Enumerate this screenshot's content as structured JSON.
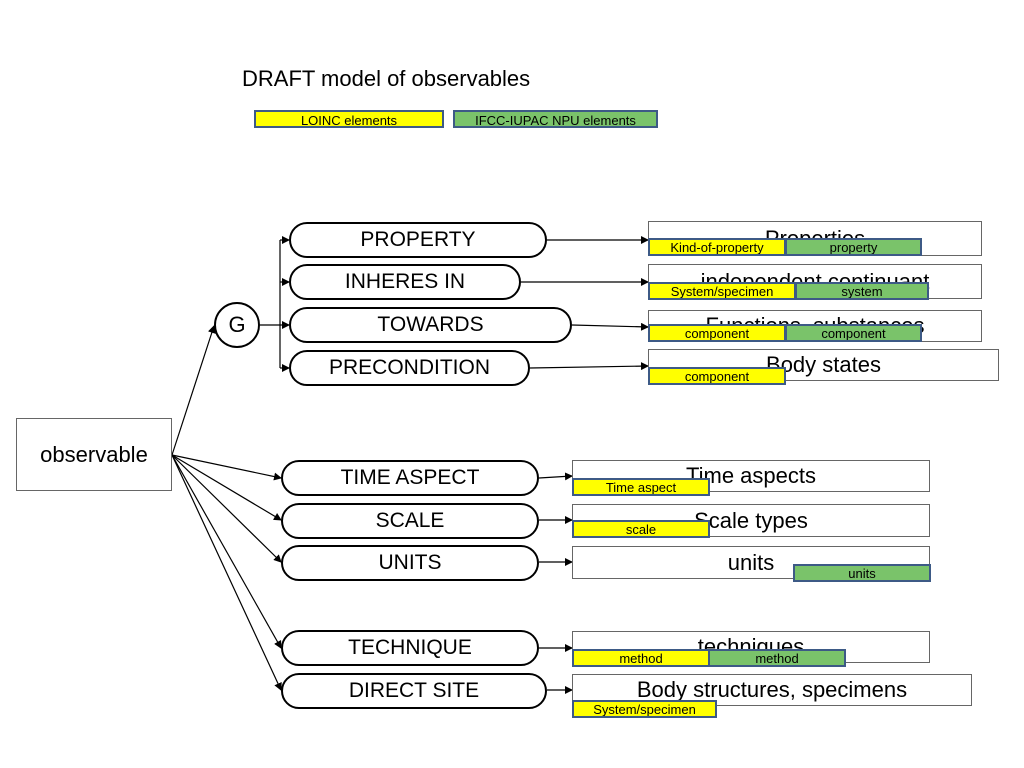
{
  "title": "DRAFT model of observables",
  "legend": {
    "loinc": "LOINC elements",
    "npu": "IFCC-IUPAC NPU elements"
  },
  "colors": {
    "loinc": "#ffff00",
    "npu": "#7ac36a",
    "tag_border": "#3d5a86"
  },
  "root": "observable",
  "group_node": "G",
  "attributes": {
    "property": "PROPERTY",
    "inheres_in": "INHERES IN",
    "towards": "TOWARDS",
    "precondition": "PRECONDITION",
    "time_aspect": "TIME ASPECT",
    "scale": "SCALE",
    "units": "UNITS",
    "technique": "TECHNIQUE",
    "direct_site": "DIRECT SITE"
  },
  "targets": {
    "property": "Properties",
    "inheres_in": "independent continuant",
    "towards": "Functions, substances",
    "precondition": "Body states",
    "time_aspect": "Time aspects",
    "scale": "Scale types",
    "units": "units",
    "technique": "techniques",
    "direct_site": "Body structures, specimens"
  },
  "tags": {
    "property_loinc": "Kind-of-property",
    "property_npu": "property",
    "inheres_loinc": "System/specimen",
    "inheres_npu": "system",
    "towards_loinc": "component",
    "towards_npu": "component",
    "precondition_loinc": "component",
    "time_loinc": "Time aspect",
    "scale_loinc": "scale",
    "units_npu": "units",
    "technique_loinc": "method",
    "technique_npu": "method",
    "site_loinc": "System/specimen"
  }
}
